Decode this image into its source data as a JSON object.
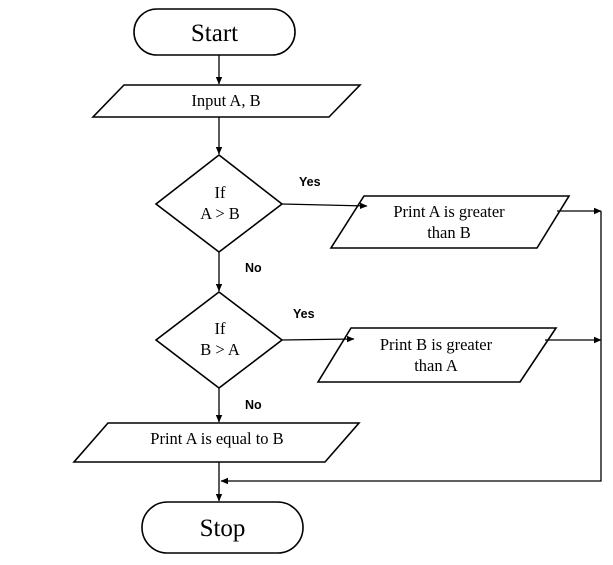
{
  "diagram": {
    "start_label": "Start",
    "input_label": "Input A, B",
    "decision1": {
      "line1": "If",
      "line2": "A > B"
    },
    "decision2": {
      "line1": "If",
      "line2": "B > A"
    },
    "output_a_greater": {
      "line1": "Print A is greater",
      "line2": "than B"
    },
    "output_b_greater": {
      "line1": "Print B is greater",
      "line2": "than A"
    },
    "output_equal_label": "Print A is equal to B",
    "stop_label": "Stop",
    "edge_labels": {
      "d1_yes": "Yes",
      "d1_no": "No",
      "d2_yes": "Yes",
      "d2_no": "No"
    }
  }
}
